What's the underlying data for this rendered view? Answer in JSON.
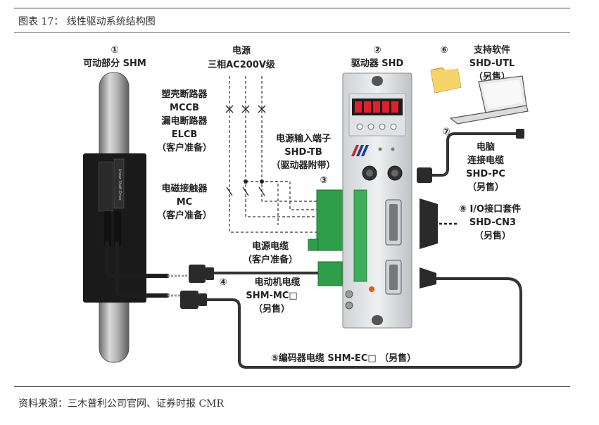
{
  "figure_title": "图表 17：  线性驱动系统结构图",
  "source": "资料来源：三木普利公司官网、证券时报 CMR",
  "labels": {
    "shm_num": "①",
    "shm": "可动部分 SHM",
    "power_title": "电源",
    "power_spec": "三相AC200V级",
    "shd_num": "②",
    "shd": "驱动器 SHD",
    "software_num": "⑥",
    "software_l1": "支持软件",
    "software_l2": "SHD-UTL",
    "software_l3": "（另售）",
    "breaker_l1": "塑壳断路器",
    "breaker_l2": "MCCB",
    "breaker_l3": "漏电断路器",
    "breaker_l4": "ELCB",
    "breaker_l5": "（客户准备）",
    "tb_l1": "电源输入端子",
    "tb_l2": "SHD-TB",
    "tb_l3": "（驱动器附带）",
    "tb_num": "③",
    "pc_num": "⑦",
    "pc_l1": "电脑",
    "pc_l2": "连接电缆",
    "pc_l3": "SHD-PC",
    "pc_l4": "（另售）",
    "mc_l1": "电磁接触器",
    "mc_l2": "MC",
    "mc_l3": "（客户准备）",
    "io_l1": "⑧ I/O接口套件",
    "io_l2": "SHD-CN3",
    "io_l3": "（另售）",
    "pcable_l1": "电源电缆",
    "pcable_l2": "（客户准备）",
    "motor_num": "④",
    "motor_l1": "电动机电缆",
    "motor_l2": "SHM-MC□",
    "motor_l3": "（另售）",
    "encoder": "⑤编码器电缆 SHM-EC□ （另售）",
    "mover_brand": "Linear Shaft Drive"
  },
  "colors": {
    "terminal_green": "#2e9e4a",
    "display_red": "#e0202a",
    "shaft_gray": "#9a9a9a",
    "mover_black": "#1a1a1a",
    "cable": "#333333",
    "folder": "#f2c94c"
  }
}
